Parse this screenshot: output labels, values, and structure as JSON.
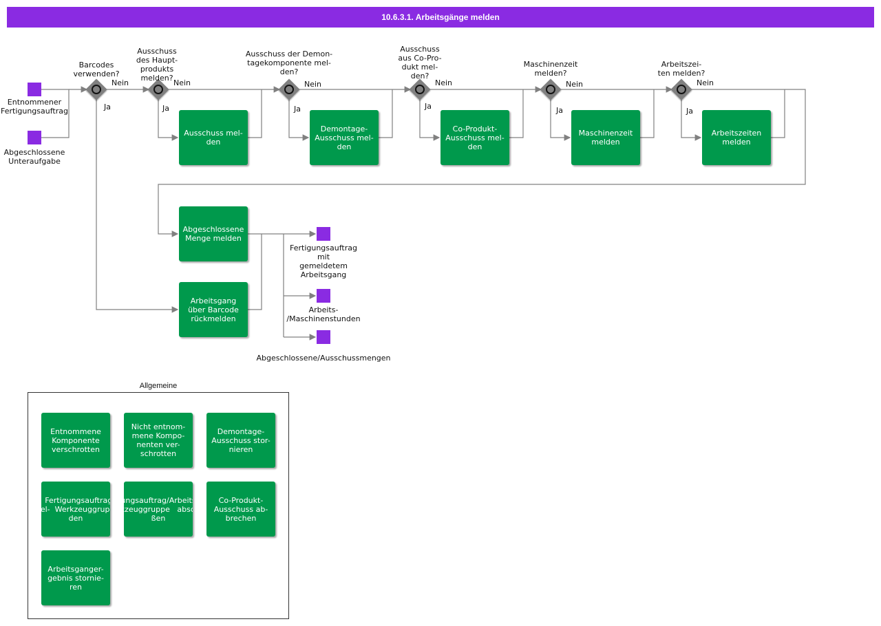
{
  "title": "10.6.3.1. Arbeitsgänge melden",
  "events": {
    "start1": "Entnommener\nFertigungsauftrag",
    "start2": "Abgeschlossene\nUnteraufgabe",
    "end1": "Fertigungsauftrag\nmit\ngemeldetem\nArbeitsgang",
    "end2": "Arbeits-\n/Maschinenstunden",
    "end3": "Abgeschlossene/Ausschussmengen"
  },
  "gateways": {
    "g1": "Barcodes\nverwenden?",
    "g2": "Ausschuss\ndes Haupt-\nprodukts\nmelden?",
    "g3": "Ausschuss der    Demon-\ntagekomponente    mel-\nden?",
    "g4": "Ausschuss\naus Co-Pro-\ndukt mel-\nden?",
    "g5": "Maschinenzeit\nmelden?",
    "g6": "Arbeitszei-\nten melden?"
  },
  "edge_labels": {
    "yes": "Ja",
    "no": "Nein"
  },
  "tasks": {
    "t1": "Ausschuss mel-\nden",
    "t2": "Demontage-\nAusschuss mel-\nden",
    "t3": "Co-Produkt-\nAusschuss mel-\nden",
    "t4": "Maschinenzeit\nmelden",
    "t5": "Arbeitszeiten\nmelden",
    "t6": "Abgeschlossene\nMenge melden",
    "t7": "Arbeitsgang\nüber Barcode\nrückmelden"
  },
  "group": {
    "title": "Allgemeine",
    "tasks": [
      "Entnommene\nKomponente\nverschrotten",
      "Nicht entnom-\nmene Kompo-\nnenten ver-\nschrotten",
      "Demontage-\nAusschuss  stor-\nnieren",
      "Werkzeugver-  Fertigungsauftrag/Arbeitsgang/\nwendung   mel-  Werkzeuggruppe   abschlie-\nden",
      "Fertigungsauftrag/Arbeitsgang/\nWerkzeuggruppe   abschlie-\nßen",
      "Co-Produkt-\nAusschuss   ab-\nbrechen",
      "Arbeitsganger-\ngebnis    stornie-\nren"
    ]
  },
  "colors": {
    "title_bar": "#8a2be2",
    "event": "#8a2be2",
    "task": "#00994c",
    "gateway": "#808080",
    "connector": "#808080"
  }
}
